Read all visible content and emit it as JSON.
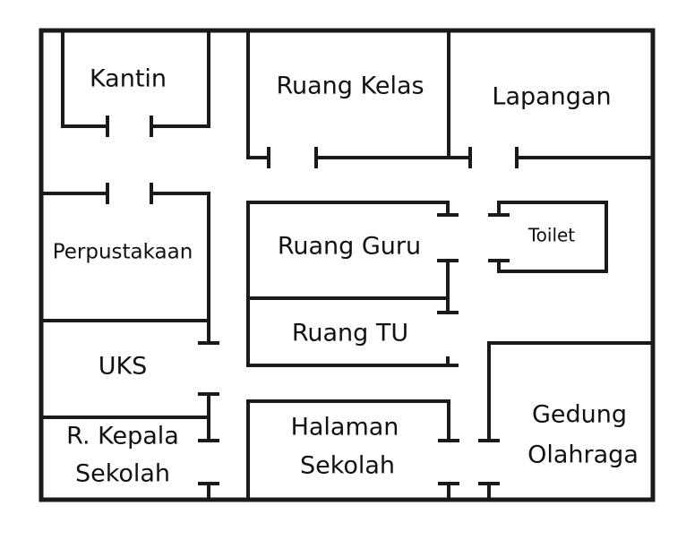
{
  "rooms": {
    "kantin": "Kantin",
    "ruang_kelas": "Ruang Kelas",
    "lapangan": "Lapangan",
    "toilet": "Toilet",
    "perpustakaan": "Perpustakaan",
    "ruang_guru": "Ruang Guru",
    "ruang_tu": "Ruang TU",
    "uks": "UKS",
    "kepala_sekolah": [
      "R. Kepala",
      "Sekolah"
    ],
    "halaman_sekolah": [
      "Halaman",
      "Sekolah"
    ],
    "gedung_olahraga": [
      "Gedung",
      "Olahraga"
    ]
  },
  "colors": {
    "wall": "#1a1a1a",
    "background": "#ffffff",
    "text": "#111111"
  }
}
